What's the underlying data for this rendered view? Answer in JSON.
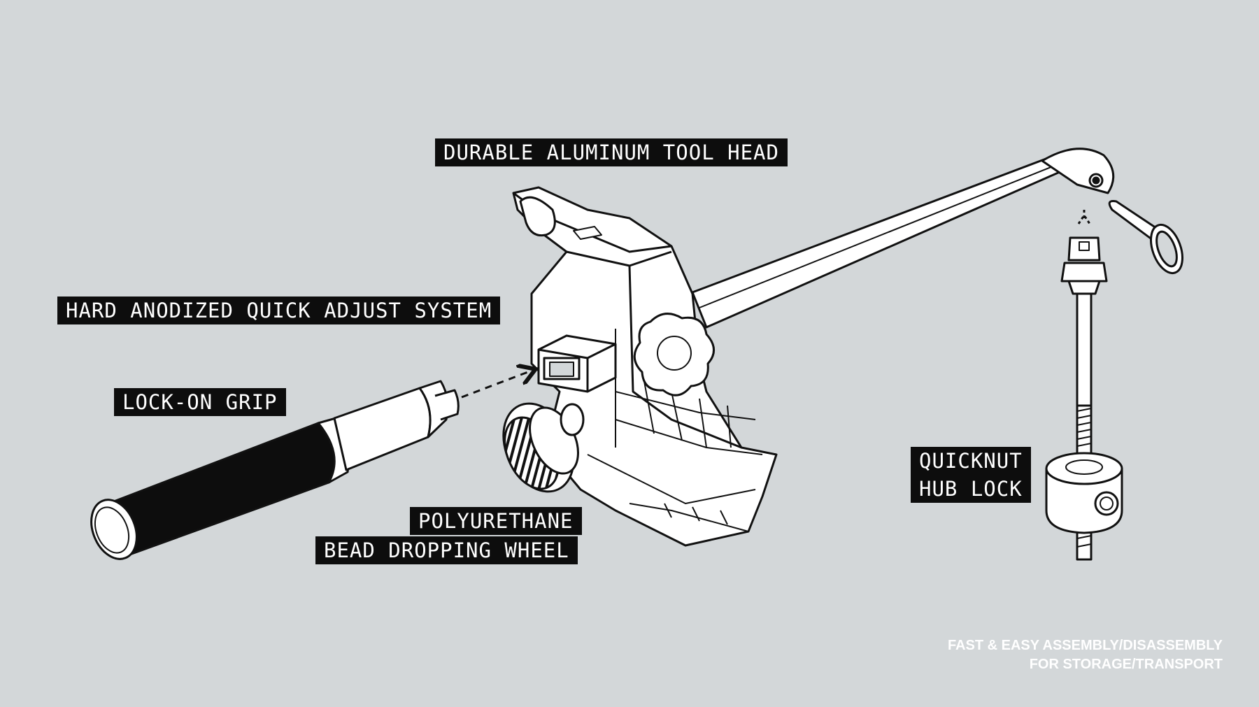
{
  "labels": {
    "tool_head": "DURABLE ALUMINUM TOOL HEAD",
    "quick_adjust": "HARD ANODIZED QUICK ADJUST SYSTEM",
    "lock_on_grip": "LOCK-ON GRIP",
    "wheel_line1": "POLYURETHANE",
    "wheel_line2": "BEAD DROPPING WHEEL",
    "hub_line1": "QUICKNUT",
    "hub_line2": "HUB LOCK"
  },
  "footnote": {
    "line1": "FAST & EASY ASSEMBLY/DISASSEMBLY",
    "line2": "FOR STORAGE/TRANSPORT"
  },
  "colors": {
    "background": "#d3d7d9",
    "ink": "#111111",
    "label_bg": "#0d0d0d",
    "label_text": "#ffffff"
  }
}
